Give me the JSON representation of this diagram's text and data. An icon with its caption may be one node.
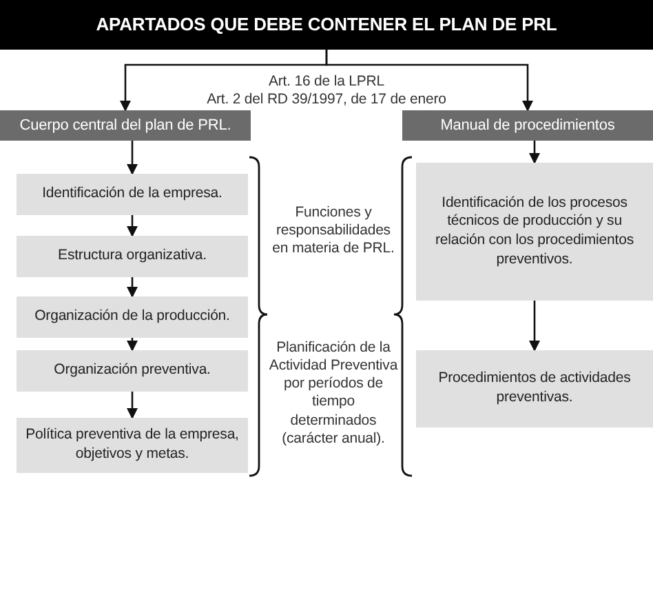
{
  "diagram": {
    "nodes": [
      {
        "text": [
          "APARTADOS QUE DEBE CONTENER EL PLAN DE PRL"
        ]
      },
      {
        "text": [
          "Cuerpo central del plan de PRL."
        ]
      },
      {
        "text": [
          "Manual de procedimientos"
        ]
      },
      {
        "text": [
          "Identificación de la empresa."
        ]
      },
      {
        "text": [
          "Estructura organizativa."
        ]
      },
      {
        "text": [
          "Organización de la producción."
        ]
      },
      {
        "text": [
          "Organización preventiva."
        ]
      },
      {
        "text": [
          "Política preventiva de la empresa, objetivos y metas."
        ]
      },
      {
        "text": [
          "Identificación de los procesos técnicos de producción y su relación con los procedimientos preventivos."
        ]
      },
      {
        "text": [
          "Procedimientos de actividades preventivas."
        ]
      }
    ],
    "edges": [
      {
        "from": 0,
        "to": 1,
        "arrow": "to"
      },
      {
        "from": 0,
        "to": 2,
        "arrow": "to"
      },
      {
        "from": 1,
        "to": 3,
        "arrow": "to"
      },
      {
        "from": 3,
        "to": 4,
        "arrow": "to"
      },
      {
        "from": 4,
        "to": 5,
        "arrow": "to"
      },
      {
        "from": 5,
        "to": 6,
        "arrow": "to"
      },
      {
        "from": 6,
        "to": 7,
        "arrow": "to"
      },
      {
        "from": 2,
        "to": 8,
        "arrow": "to"
      },
      {
        "from": 8,
        "to": 9,
        "arrow": "to"
      }
    ],
    "labels": [
      "Art. 16 de la LPRL",
      "Art. 2 del RD 39/1997, de 17 de enero",
      "Funciones y responsabilidades en materia de PRL.",
      "Planificación de la Actividad Preventiva por períodos de tiempo determinados (carácter anual)."
    ]
  }
}
